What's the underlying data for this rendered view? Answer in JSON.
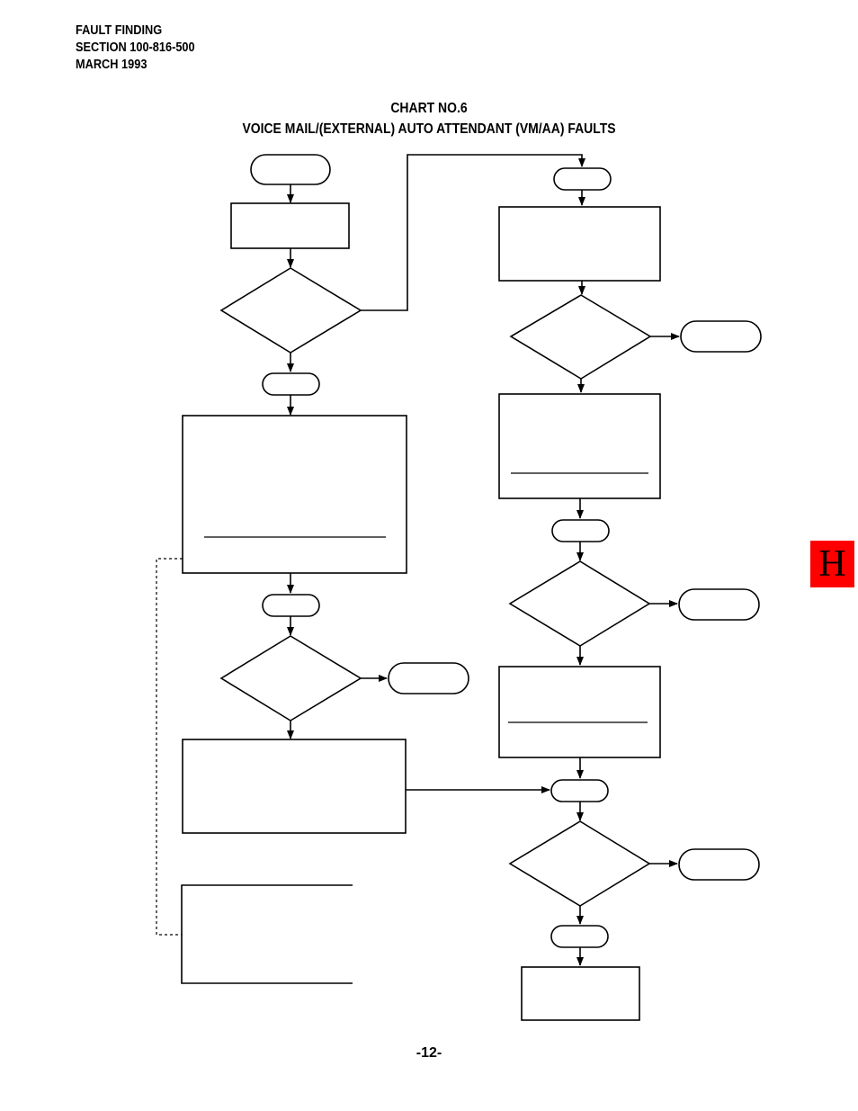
{
  "header": {
    "line1": "FAULT FINDING",
    "line2": "SECTION 100-816-500",
    "line3": "MARCH 1993"
  },
  "chart": {
    "title_line1": "CHART NO.6",
    "title_line2": "VOICE MAIL/(EXTERNAL) AUTO ATTENDANT (VM/AA) FAULTS"
  },
  "page_number": "-12-",
  "section_tab": {
    "letter": "H",
    "color": "#ff0000"
  }
}
